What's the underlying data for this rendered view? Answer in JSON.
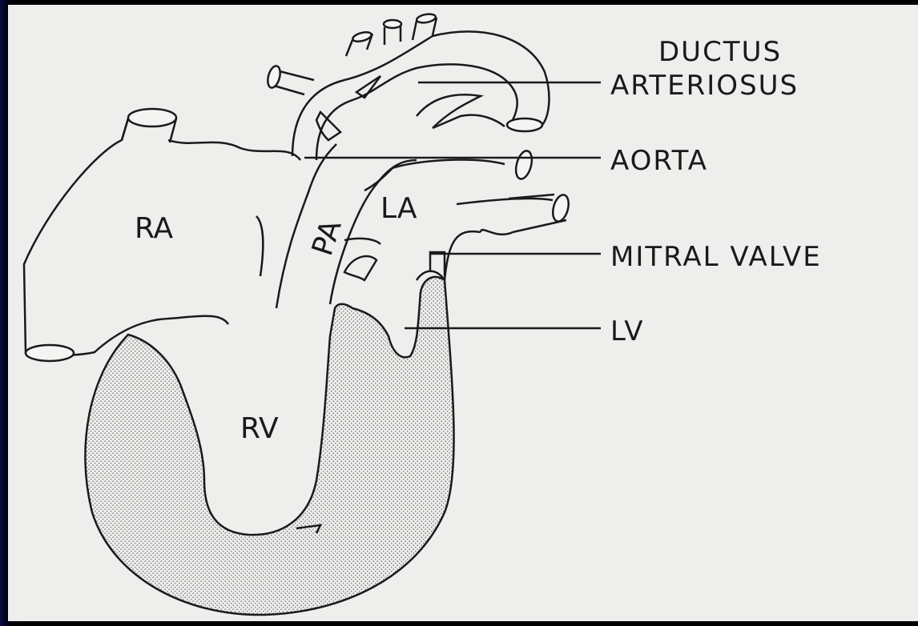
{
  "diagram": {
    "callouts": {
      "ductus_line1": "DUCTUS",
      "ductus_line2": "ARTERIOSUS",
      "aorta": "AORTA",
      "mitral_valve": "MITRAL VALVE",
      "lv": "LV"
    },
    "chambers": {
      "ra": "RA",
      "rv": "RV",
      "la": "LA",
      "pa": "PA"
    },
    "colors": {
      "ink": "#1a1a1a",
      "paper": "#eeeeec",
      "stipple": "#a8a8a8",
      "border": "#000010"
    }
  }
}
